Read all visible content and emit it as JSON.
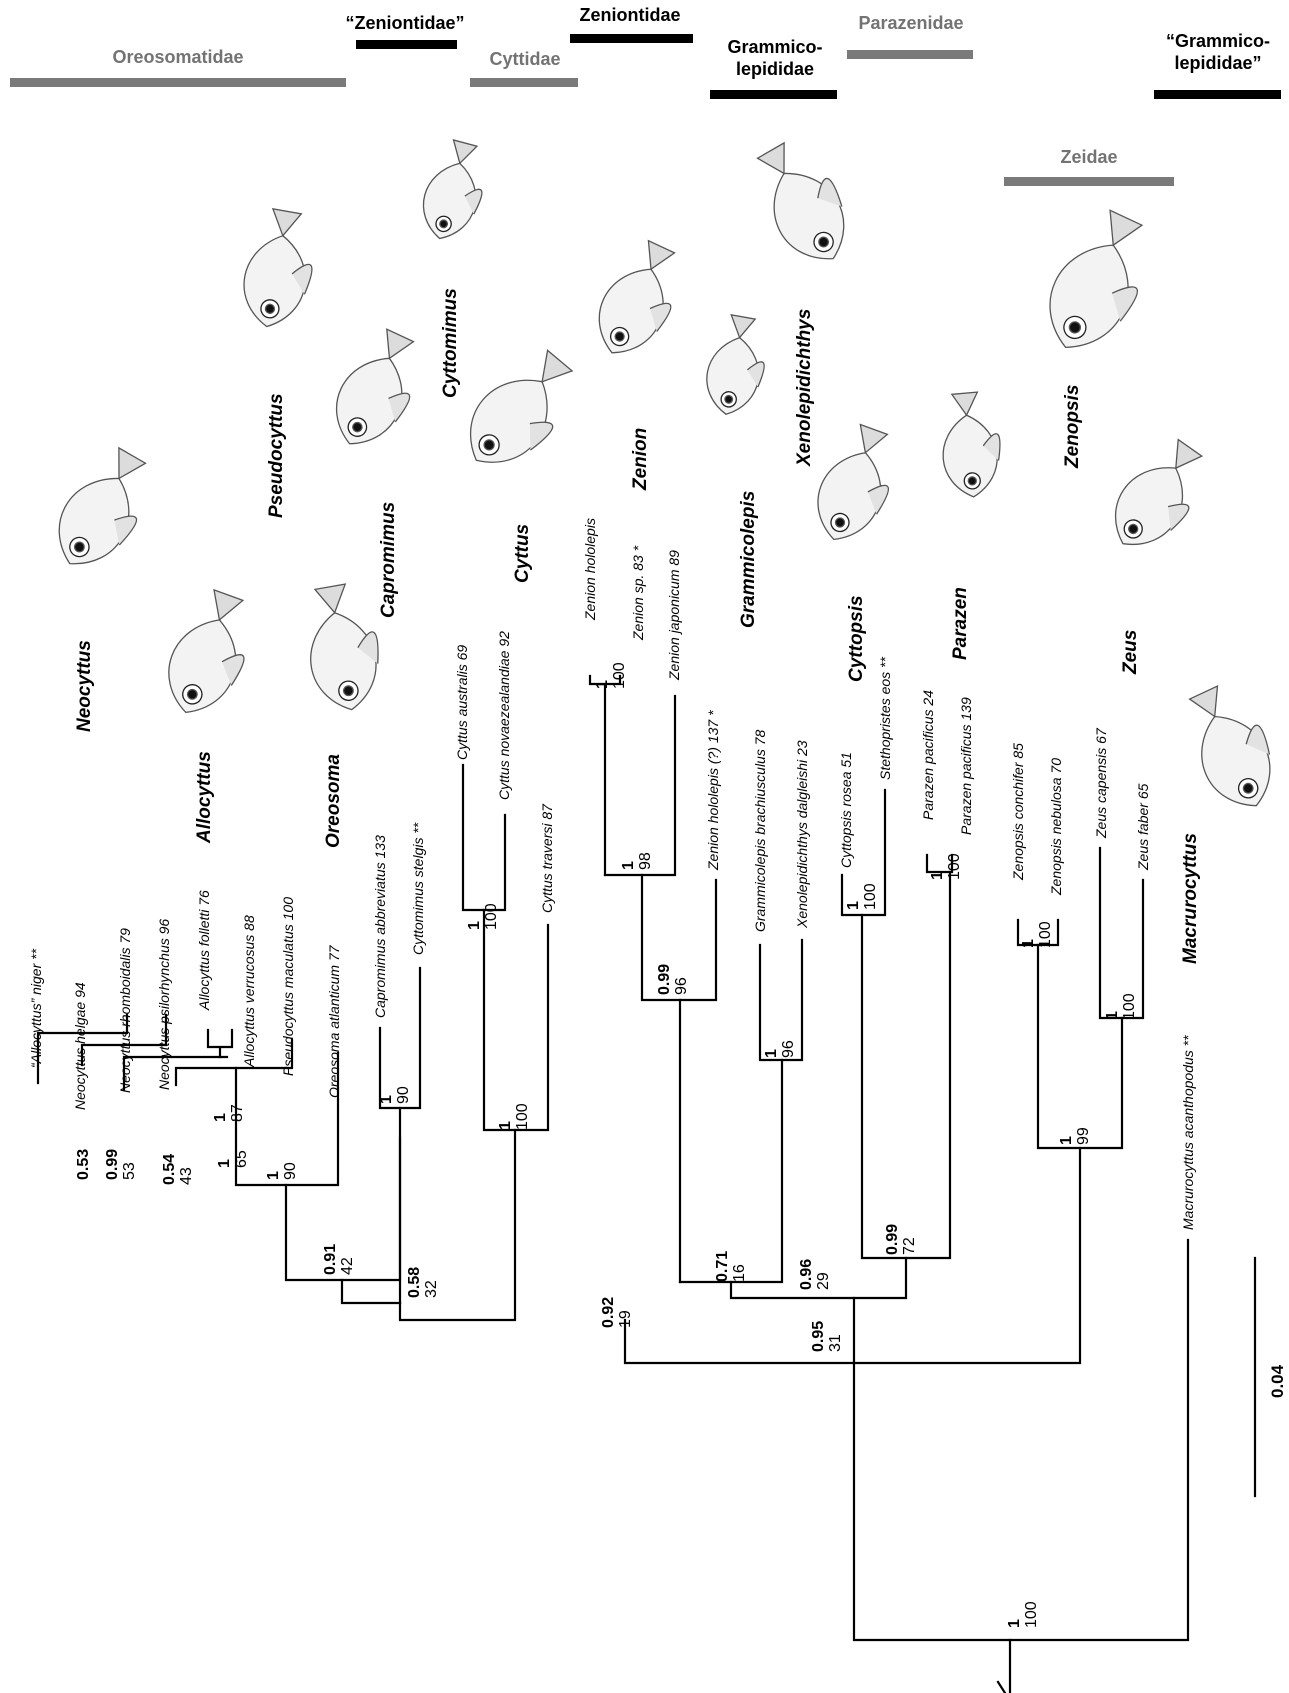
{
  "families": [
    {
      "label": "Oreosomatidae",
      "tone": "grey"
    },
    {
      "label": "“Zeniontidae”",
      "tone": "black"
    },
    {
      "label": "Cyttidae",
      "tone": "grey"
    },
    {
      "label": "Zeniontidae",
      "tone": "black"
    },
    {
      "label": "Grammico-\nlepididae",
      "tone": "black"
    },
    {
      "label": "Parazenidae",
      "tone": "grey"
    },
    {
      "label": "Zeidae",
      "tone": "grey"
    },
    {
      "label": "“Grammico-\nlepididae”",
      "tone": "black"
    }
  ],
  "genera": [
    "Neocyttus",
    "Allocyttus",
    "Pseudocyttus",
    "Oreosoma",
    "Capromimus",
    "Cyttomimus",
    "Cyttus",
    "Zenion",
    "Grammicolepis",
    "Xenolepidichthys",
    "Cyttopsis",
    "Parazen",
    "Zenopsis",
    "Zeus",
    "Macrurocyttus"
  ],
  "tips": [
    "“Allocyttus” niger **",
    "Neocyttus helgae 94",
    "Neocyttus rhomboidalis 79",
    "Neocyttus psilorhynchus 96",
    "Allocyttus folletti 76",
    "Allocyttus verrucosus 88",
    "Pseudocyttus maculatus 100",
    "Oreosoma atlanticum 77",
    "Capromimus abbreviatus 133",
    "Cyttomimus stelgis **",
    "Cyttus australis 69",
    "Cyttus novaezealandiae 92",
    "Cyttus traversi 87",
    "Zenion hololepis",
    "Zenion sp. 83 *",
    "Zenion japonicum 89",
    "Zenion hololepis (?) 137 *",
    "Grammicolepis brachiusculus 78",
    "Xenolepidichthys dalgleishi 23",
    "Cyttopsis rosea 51",
    "Stethopristes eos **",
    "Parazen pacificus 24",
    "Parazen pacificus 139",
    "Zenopsis conchifer 85",
    "Zenopsis nebulosa 70",
    "Zeus capensis 67",
    "Zeus faber 65",
    "Macrurocyttus acanthopodus **"
  ],
  "supports": [
    {
      "pp": "0.53",
      "bs": ""
    },
    {
      "pp": "0.99",
      "bs": "53"
    },
    {
      "pp": "0.54",
      "bs": "43"
    },
    {
      "pp": "1",
      "bs": "87"
    },
    {
      "pp": "1",
      "bs": "65"
    },
    {
      "pp": "1",
      "bs": "90"
    },
    {
      "pp": "0.91",
      "bs": "42"
    },
    {
      "pp": "1",
      "bs": "90"
    },
    {
      "pp": "0.58",
      "bs": "32"
    },
    {
      "pp": "1",
      "bs": "100"
    },
    {
      "pp": "1",
      "bs": "100"
    },
    {
      "pp": "1",
      "bs": "100"
    },
    {
      "pp": "1",
      "bs": "98"
    },
    {
      "pp": "0.99",
      "bs": "96"
    },
    {
      "pp": "0.92",
      "bs": "19"
    },
    {
      "pp": "1",
      "bs": "96"
    },
    {
      "pp": "0.71",
      "bs": "16"
    },
    {
      "pp": "1",
      "bs": "100"
    },
    {
      "pp": "1",
      "bs": "100"
    },
    {
      "pp": "0.99",
      "bs": "72"
    },
    {
      "pp": "0.96",
      "bs": "29"
    },
    {
      "pp": "0.95",
      "bs": "31"
    },
    {
      "pp": "1",
      "bs": "100"
    },
    {
      "pp": "1",
      "bs": "100"
    },
    {
      "pp": "1",
      "bs": "99"
    },
    {
      "pp": "1",
      "bs": "100"
    }
  ],
  "scale_bar": "0.04",
  "colors": {
    "grey_bar": "#7a7a7a",
    "black_bar": "#000000",
    "grey_text": "#737373"
  }
}
